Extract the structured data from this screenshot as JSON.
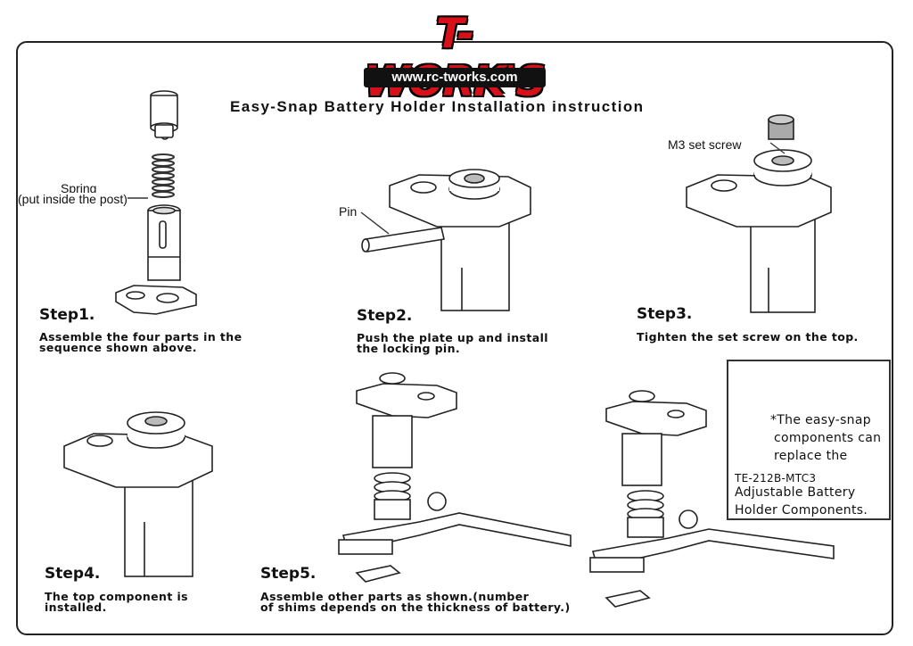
{
  "brand": {
    "logo_text": "T-WORK'S",
    "url": "www.rc-tworks.com"
  },
  "title": "Easy-Snap Battery Holder Installation instruction",
  "callouts": {
    "spring_line1": "Spring",
    "spring_line2": "(put inside the post)",
    "pin": "Pin",
    "set_screw": "M3 set screw"
  },
  "steps": [
    {
      "title": "Step1.",
      "desc_line1": "Assemble the four parts in the",
      "desc_line2": "sequence shown above."
    },
    {
      "title": "Step2.",
      "desc_line1": "Push the plate up and install",
      "desc_line2": "the locking pin."
    },
    {
      "title": "Step3.",
      "desc_line1": "Tighten the set screw on the top.",
      "desc_line2": ""
    },
    {
      "title": "Step4.",
      "desc_line1": "The top component is",
      "desc_line2": "installed."
    },
    {
      "title": "Step5.",
      "desc_line1": "Assemble other parts as shown.(number",
      "desc_line2": "of shims depends on the thickness of battery.)"
    }
  ],
  "note": {
    "line1": "*The easy-snap",
    "line2": "components can",
    "line3": "replace the",
    "line4": "TE-212B-MTC3",
    "line5": "Adjustable Battery",
    "line6": "Holder Components."
  }
}
